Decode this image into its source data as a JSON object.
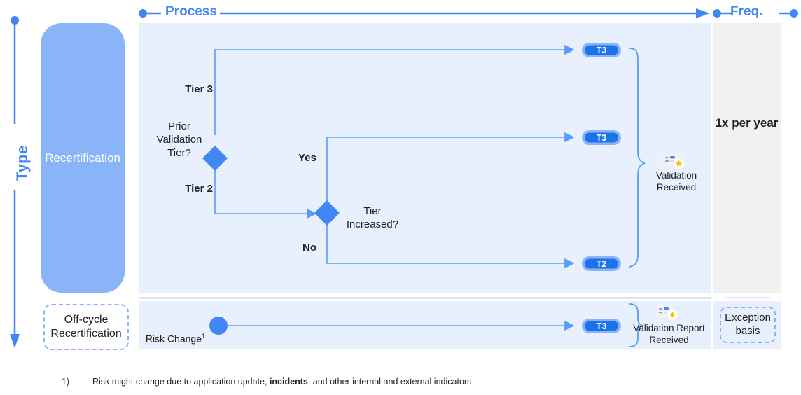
{
  "axes": {
    "vertical_label": "Type",
    "process_label": "Process",
    "frequency_label": "Freq."
  },
  "categories": [
    {
      "id": "recertification",
      "label": "Recertification"
    },
    {
      "id": "off-cycle-recertification",
      "label": "Off-cycle\nRecertification"
    }
  ],
  "frequency": {
    "main": "1x per\nyear",
    "exception": "Exception\nbasis"
  },
  "flow": {
    "decision_1": {
      "label": "Prior\nValidation\nTier?",
      "branches": [
        "Tier 3",
        "Tier 2"
      ]
    },
    "decision_2": {
      "label": "Tier\nIncreased?",
      "branches": [
        "Yes",
        "No"
      ]
    },
    "branch_tier3": "Tier 3",
    "branch_tier2": "Tier 2",
    "branch_yes": "Yes",
    "branch_no": "No",
    "start_offcycle": "Risk Change",
    "start_offcycle_footnote_marker": "1"
  },
  "badges": [
    {
      "id": "tier3-top",
      "label": "T3"
    },
    {
      "id": "tier3-mid",
      "label": "T3"
    },
    {
      "id": "tier2-bottom",
      "label": "T2"
    },
    {
      "id": "tier3-offcycle",
      "label": "T3"
    }
  ],
  "outcomes": [
    {
      "id": "validation-received",
      "label": "Validation\nReceived",
      "icon": "certificate-award-icon"
    },
    {
      "id": "validation-report-received",
      "label": "Validation Report\nReceived",
      "icon": "certificate-award-icon"
    }
  ],
  "footnote": {
    "number": "1)",
    "text_before": "Risk might change due to application update, ",
    "text_bold": "incidents",
    "text_after": ", and other internal and external indicators"
  },
  "colors": {
    "accent_blue": "#4285f4",
    "light_blue": "#8ab4f8",
    "panel_blue": "#e8f0fe",
    "panel_gray": "#f1f1f1",
    "text_dark": "#202124",
    "badge_blue": "#1a73e8",
    "star_gold": "#fbbc04"
  }
}
